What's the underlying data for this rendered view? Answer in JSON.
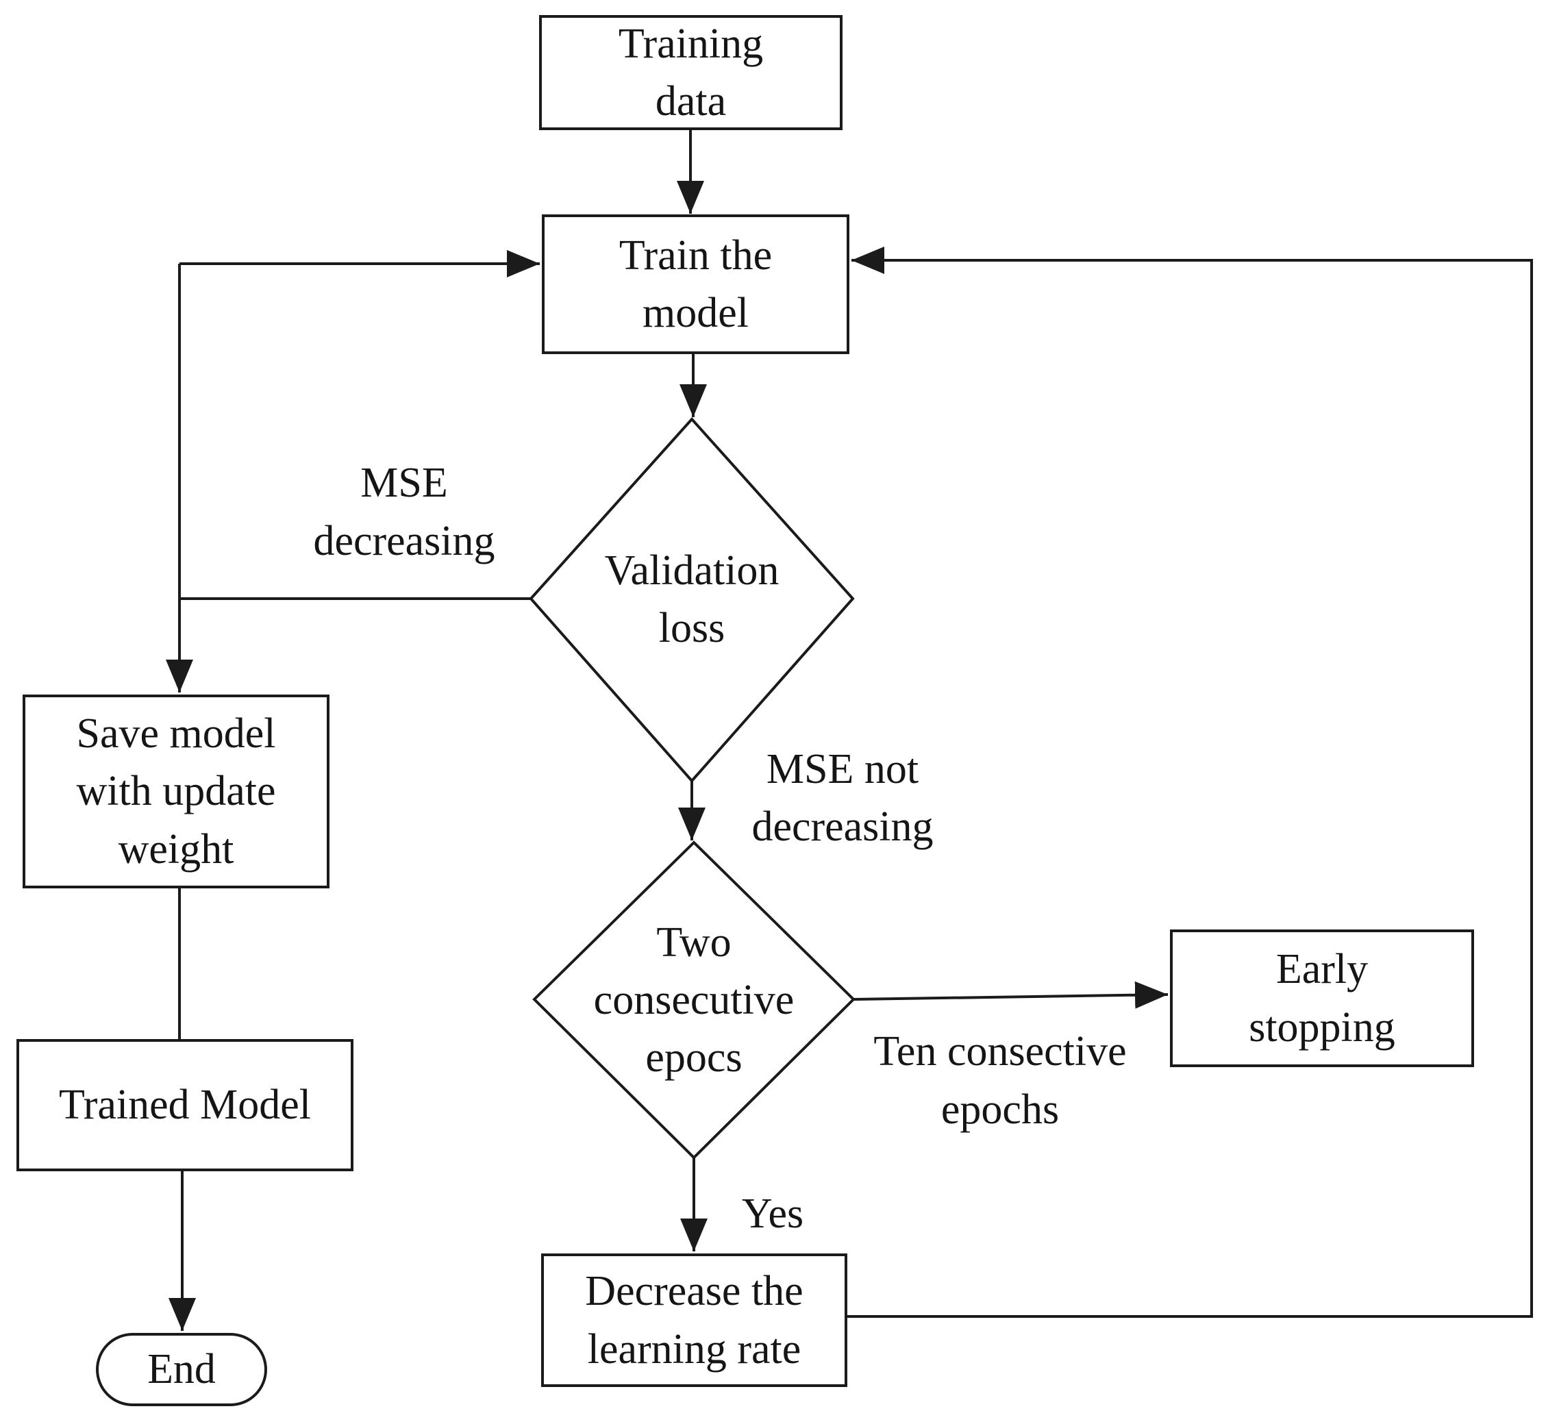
{
  "figure": {
    "background_color": "#ffffff",
    "line_color": "#1b1b1b",
    "text_color": "#151515",
    "nodes": {
      "training_data": {
        "label": "Training\ndata",
        "shape": "rectangle"
      },
      "train_model": {
        "label": "Train the\nmodel",
        "shape": "rectangle"
      },
      "validation_loss": {
        "label": "Validation\nloss",
        "shape": "diamond"
      },
      "save_model": {
        "label": "Save model\nwith update\nweight",
        "shape": "rectangle"
      },
      "trained_model": {
        "label": "Trained Model",
        "shape": "rectangle"
      },
      "end": {
        "label": "End",
        "shape": "terminator"
      },
      "two_consecutive_epochs": {
        "label": "Two\nconsecutive\nepocs",
        "shape": "diamond"
      },
      "early_stopping": {
        "label": "Early\nstopping",
        "shape": "rectangle"
      },
      "decrease_learning_rate": {
        "label": "Decrease the\nlearning rate",
        "shape": "rectangle"
      }
    },
    "edge_labels": {
      "mse_decreasing": "MSE\ndecreasing",
      "mse_not_decreasing": "MSE not\ndecreasing",
      "ten_consecutive_epochs": "Ten consective\nepochs",
      "yes": "Yes"
    }
  }
}
